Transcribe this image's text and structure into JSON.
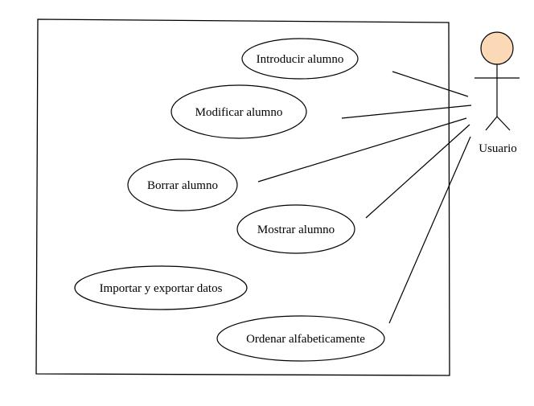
{
  "diagram": {
    "actor": {
      "label": "Usuario",
      "head_color": "#fcd9b6"
    },
    "use_cases": [
      {
        "id": "uc1",
        "label": "Introducir alumno"
      },
      {
        "id": "uc2",
        "label": "Modificar alumno"
      },
      {
        "id": "uc3",
        "label": "Borrar alumno"
      },
      {
        "id": "uc4",
        "label": "Mostrar alumno"
      },
      {
        "id": "uc5",
        "label": "Importar y exportar datos"
      },
      {
        "id": "uc6",
        "label": "Ordenar alfabeticamente"
      }
    ],
    "associations": [
      "uc1",
      "uc2",
      "uc3",
      "uc4",
      "uc6"
    ]
  }
}
